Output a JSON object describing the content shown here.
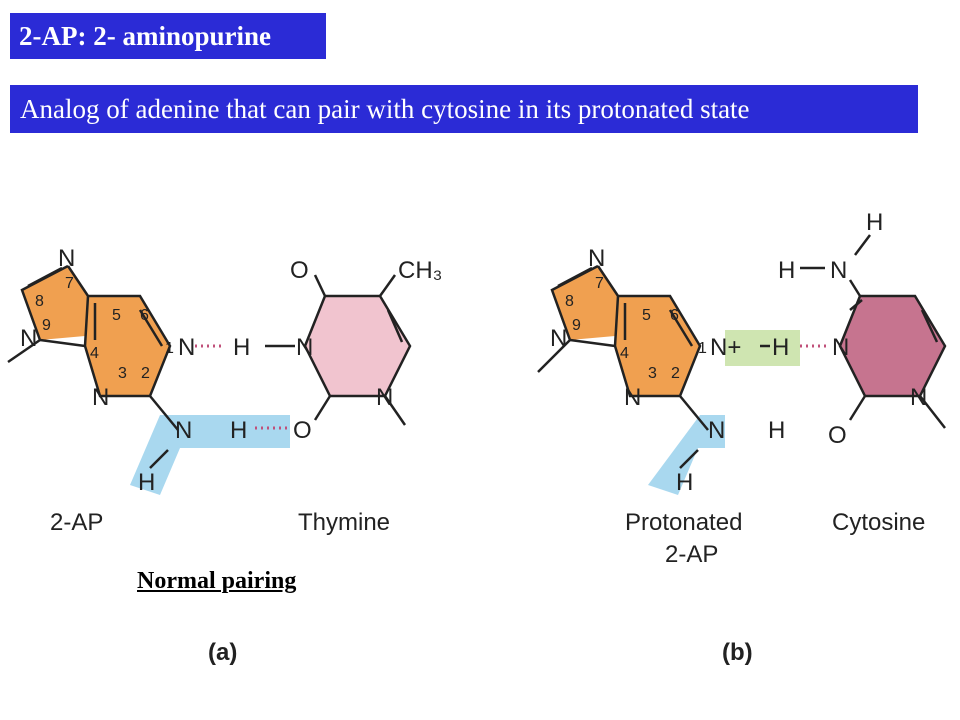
{
  "title": "2-AP: 2- aminopurine",
  "subtitle": "Analog of adenine that can pair with cytosine in its protonated state",
  "caption_normal": "Normal pairing",
  "colors": {
    "banner": "#2b2bd6",
    "purine": "#f0a050",
    "thymine": "#f1c4cf",
    "cytosine": "#c6748f",
    "amino_highlight": "#a9d8ef",
    "proton_highlight": "#cfe5b1",
    "hbond": "#c0507a"
  },
  "panel_a": {
    "label": "(a)",
    "left_name": "2-AP",
    "right_name": "Thymine",
    "atoms": {
      "n7": "N",
      "n9": "N",
      "n1": "N",
      "n3": "N",
      "num7": "7",
      "num8": "8",
      "num9": "9",
      "num5": "5",
      "num6": "6",
      "num4": "4",
      "num1": "1",
      "num3": "3",
      "num2": "2",
      "amino_n": "N",
      "amino_h1": "H",
      "amino_h2": "H",
      "thy_h": "H",
      "thy_n3": "N",
      "thy_n1": "N",
      "thy_o4": "O",
      "thy_o2": "O",
      "thy_ch3": "CH₃"
    }
  },
  "panel_b": {
    "label": "(b)",
    "left_name_line1": "Protonated",
    "left_name_line2": "2-AP",
    "right_name": "Cytosine",
    "atoms": {
      "n7": "N",
      "n9": "N",
      "n1": "N+",
      "n3": "N",
      "num7": "7",
      "num8": "8",
      "num9": "9",
      "num5": "5",
      "num6": "6",
      "num4": "4",
      "num1": "1",
      "num3": "3",
      "num2": "2",
      "proton_h": "H",
      "amino_n": "N",
      "amino_h1": "H",
      "amino_h2": "H",
      "cyt_n3": "N",
      "cyt_n1": "N",
      "cyt_o2": "O",
      "cyt_amino_n": "N",
      "cyt_amino_h1": "H",
      "cyt_amino_h2": "H"
    }
  }
}
